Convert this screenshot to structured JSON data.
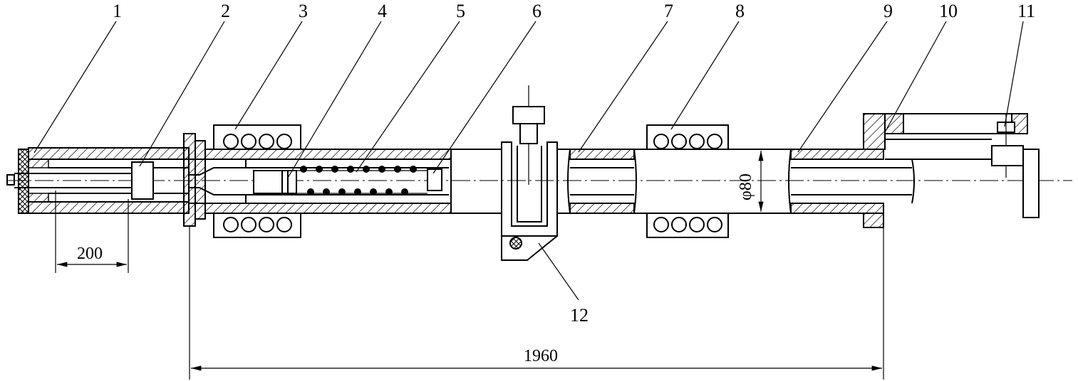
{
  "labels": {
    "p1": "1",
    "p2": "2",
    "p3": "3",
    "p4": "4",
    "p5": "5",
    "p6": "6",
    "p7": "7",
    "p8": "8",
    "p9": "9",
    "p10": "10",
    "p11": "11",
    "p12": "12"
  },
  "dimensions": {
    "stroke": "200",
    "total_length": "1960",
    "diameter": "φ80"
  }
}
